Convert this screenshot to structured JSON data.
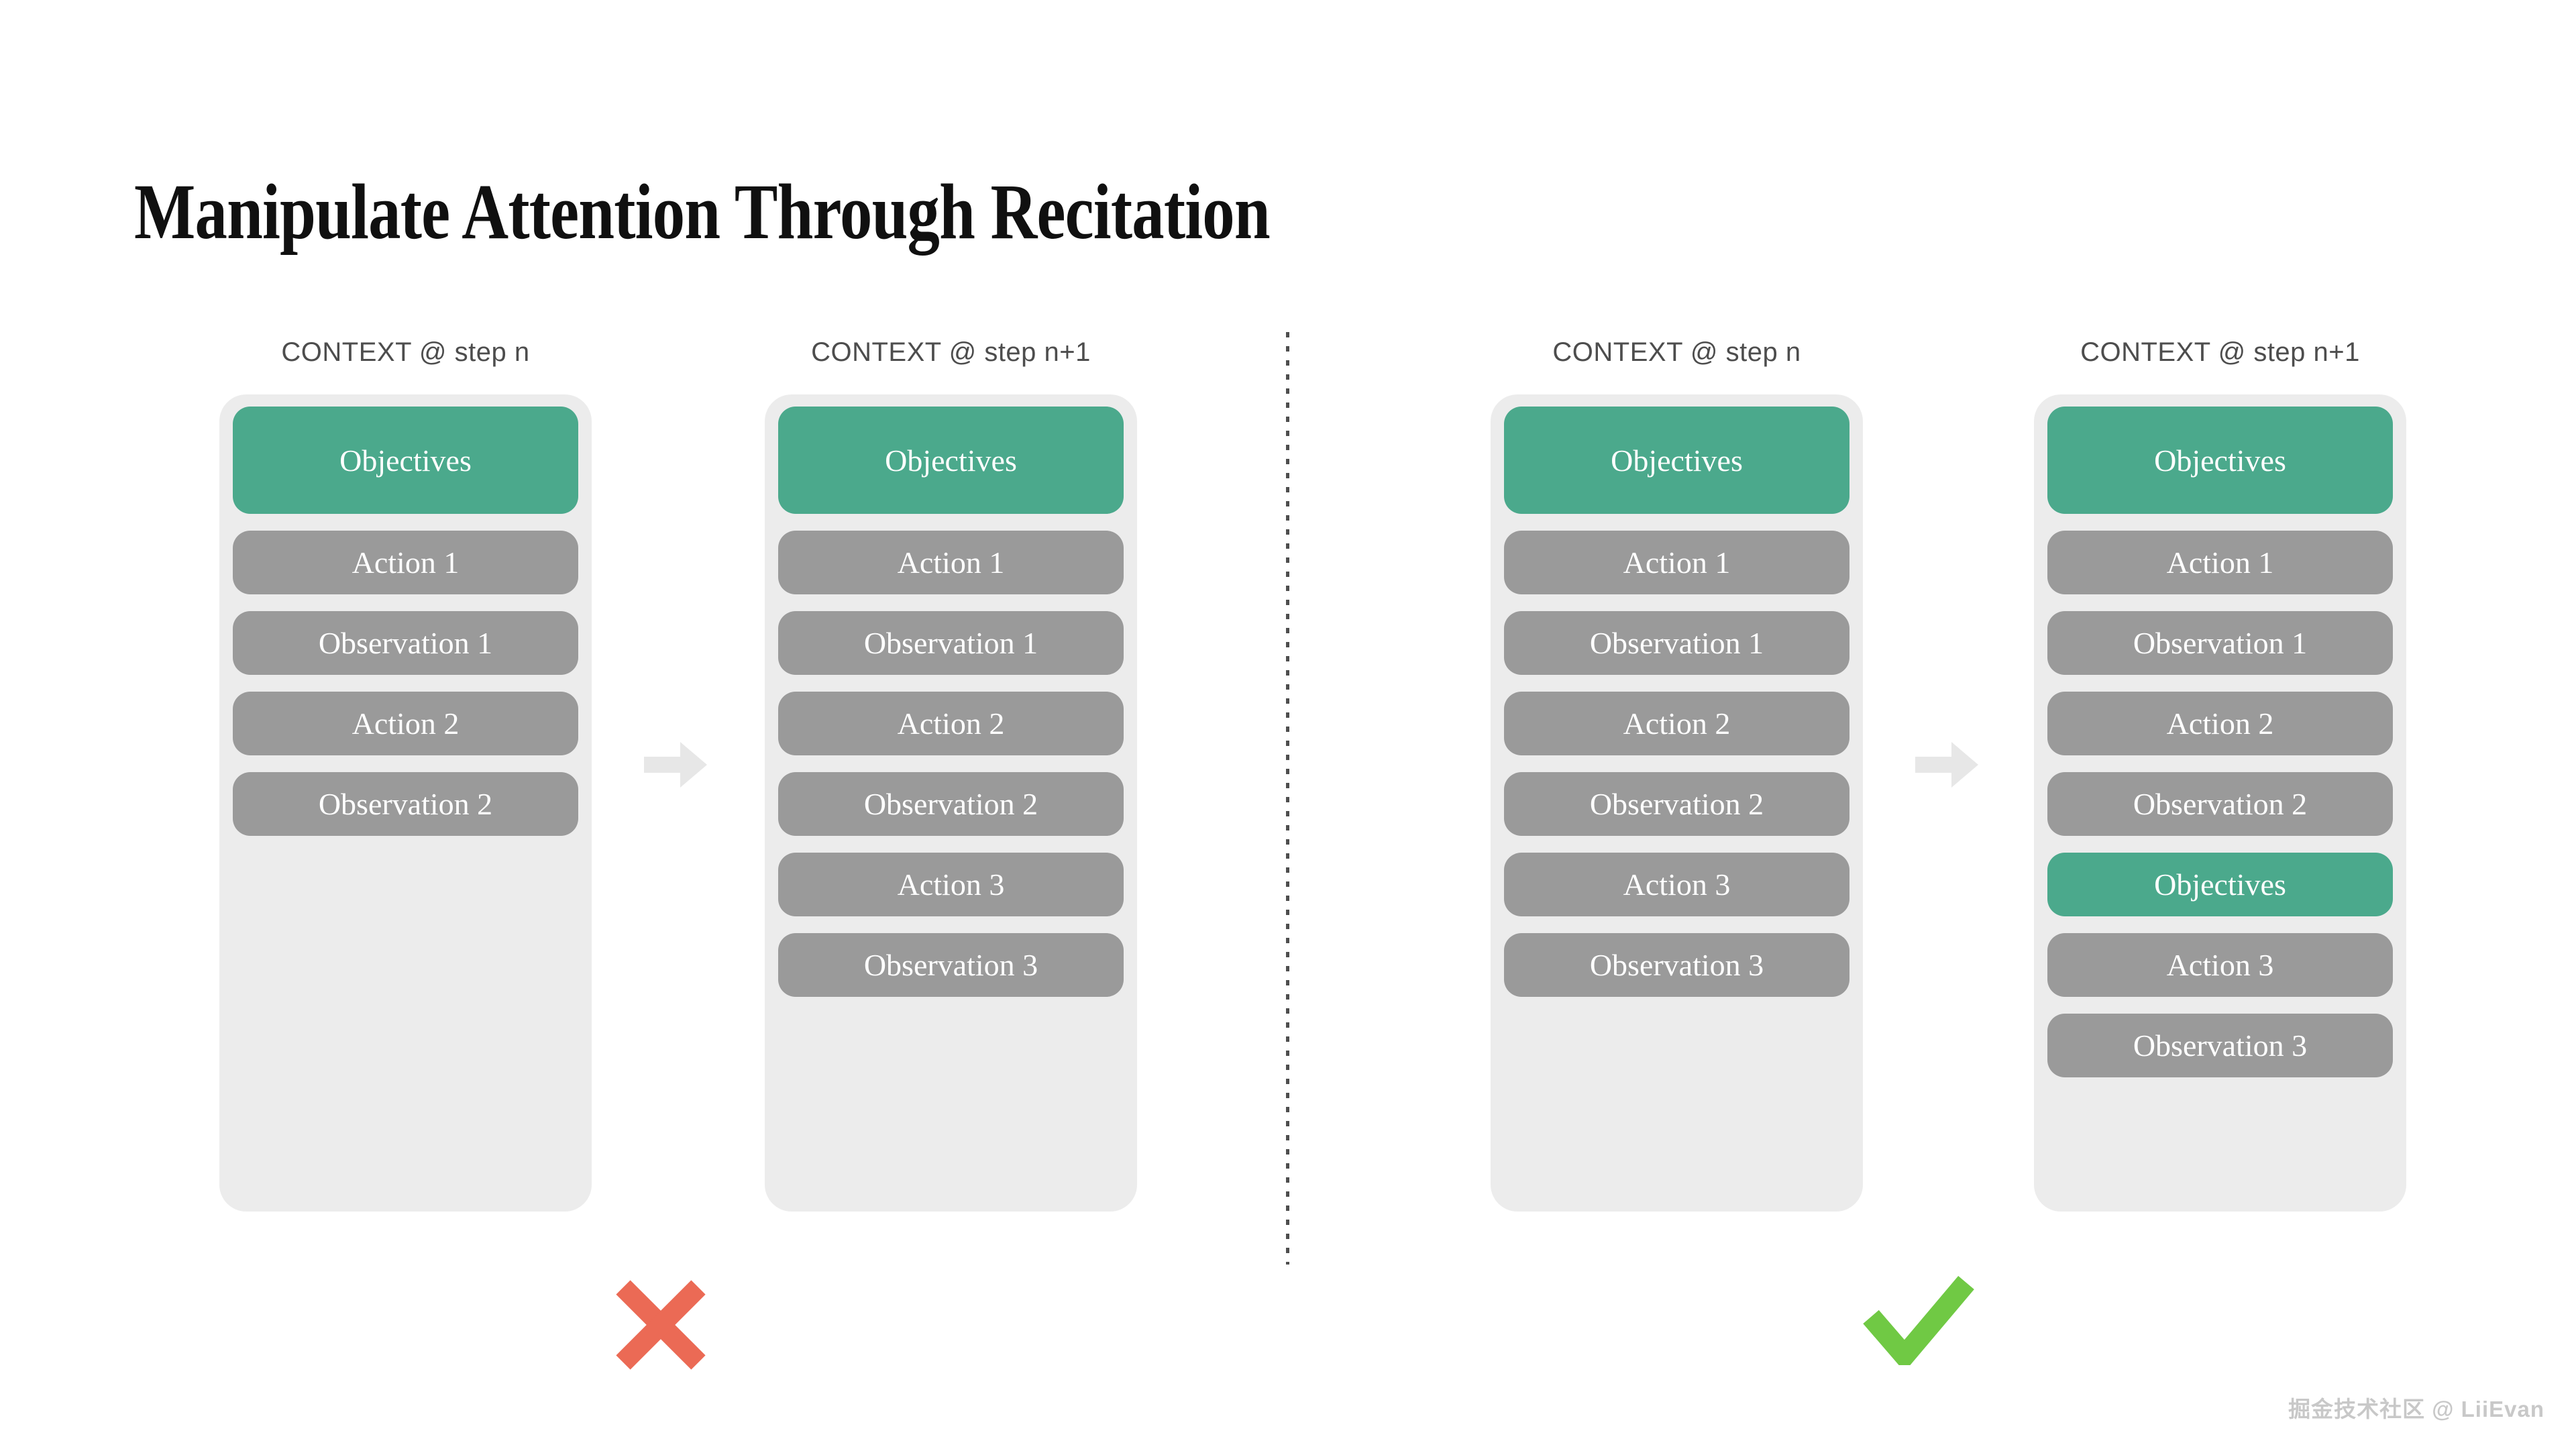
{
  "page": {
    "title": "Manipulate Attention Through Recitation",
    "watermark": "掘金技术社区 @ LiiEvan"
  },
  "colors": {
    "objective_green": "#4BA98C",
    "step_gray": "#9A9A9A",
    "panel_bg": "#ECECEC",
    "arrow_gray": "#E7E7E7",
    "cross_red": "#EB6A55",
    "check_green": "#70C944",
    "header_text": "#4d4d4d",
    "pill_text": "#ffffff"
  },
  "left_example": {
    "verdict": "wrong",
    "step_n": {
      "header": "CONTEXT @ step n",
      "pills": [
        {
          "label": "Objectives"
        },
        {
          "label": "Action 1"
        },
        {
          "label": "Observation 1"
        },
        {
          "label": "Action 2"
        },
        {
          "label": "Observation 2"
        }
      ]
    },
    "step_n_plus_1": {
      "header": "CONTEXT @ step n+1",
      "pills": [
        {
          "label": "Objectives"
        },
        {
          "label": "Action 1"
        },
        {
          "label": "Observation 1"
        },
        {
          "label": "Action 2"
        },
        {
          "label": "Observation 2"
        },
        {
          "label": "Action 3"
        },
        {
          "label": "Observation 3"
        }
      ]
    }
  },
  "right_example": {
    "verdict": "correct",
    "step_n": {
      "header": "CONTEXT @ step n",
      "pills": [
        {
          "label": "Objectives"
        },
        {
          "label": "Action 1"
        },
        {
          "label": "Observation 1"
        },
        {
          "label": "Action 2"
        },
        {
          "label": "Observation 2"
        },
        {
          "label": "Action 3"
        },
        {
          "label": "Observation 3"
        }
      ]
    },
    "step_n_plus_1": {
      "header": "CONTEXT @ step n+1",
      "pills": [
        {
          "label": "Objectives"
        },
        {
          "label": "Action 1"
        },
        {
          "label": "Observation 1"
        },
        {
          "label": "Action 2"
        },
        {
          "label": "Observation 2"
        },
        {
          "label": "Objectives"
        },
        {
          "label": "Action 3"
        },
        {
          "label": "Observation 3"
        }
      ]
    }
  }
}
